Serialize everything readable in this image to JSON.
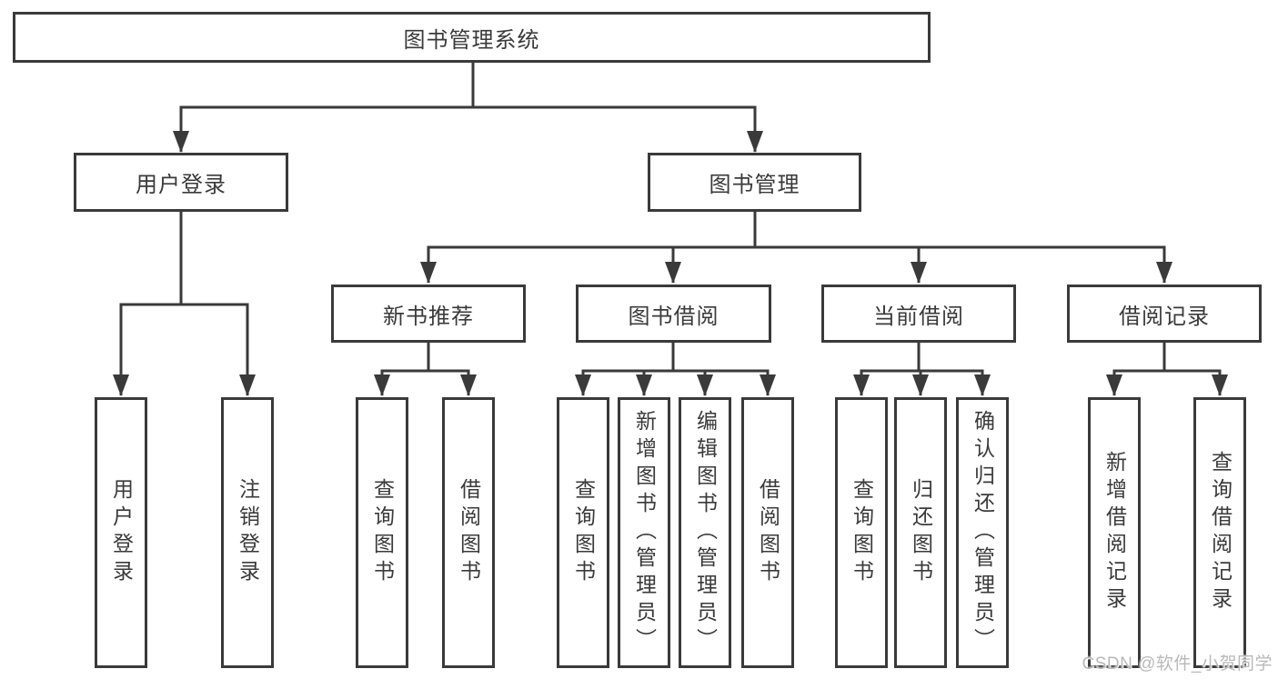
{
  "diagram": {
    "root": {
      "label": "图书管理系统"
    },
    "level2": {
      "user_login": {
        "label": "用户登录"
      },
      "book_management": {
        "label": "图书管理"
      }
    },
    "level3": {
      "new_book_recommendation": {
        "label": "新书推荐"
      },
      "book_borrowing": {
        "label": "图书借阅"
      },
      "current_borrowing": {
        "label": "当前借阅"
      },
      "borrowing_records": {
        "label": "借阅记录"
      }
    },
    "leaves": {
      "user_login": {
        "label": "用户登录"
      },
      "logout": {
        "label": "注销登录"
      },
      "recommend_query_books": {
        "label": "查询图书"
      },
      "recommend_borrow_books": {
        "label": "借阅图书"
      },
      "borrow_query_books": {
        "label": "查询图书"
      },
      "borrow_add_books": {
        "label": "新增图书（管理员）"
      },
      "borrow_edit_books": {
        "label": "编辑图书（管理员）"
      },
      "borrow_borrow_books": {
        "label": "借阅图书"
      },
      "current_query_books": {
        "label": "查询图书"
      },
      "current_return_books": {
        "label": "归还图书"
      },
      "current_confirm_return": {
        "label": "确认归还（管理员）"
      },
      "records_add_record": {
        "label": "新增借阅记录"
      },
      "records_query_record": {
        "label": "查询借阅记录"
      }
    }
  },
  "watermark": {
    "label": "CSDN @软件_小贺同学"
  },
  "colors": {
    "line": "#3a3a3a",
    "box_border": "#3a3a3a",
    "text": "#3a3a3a",
    "background": "#ffffff",
    "watermark": "#b9b9b9"
  }
}
